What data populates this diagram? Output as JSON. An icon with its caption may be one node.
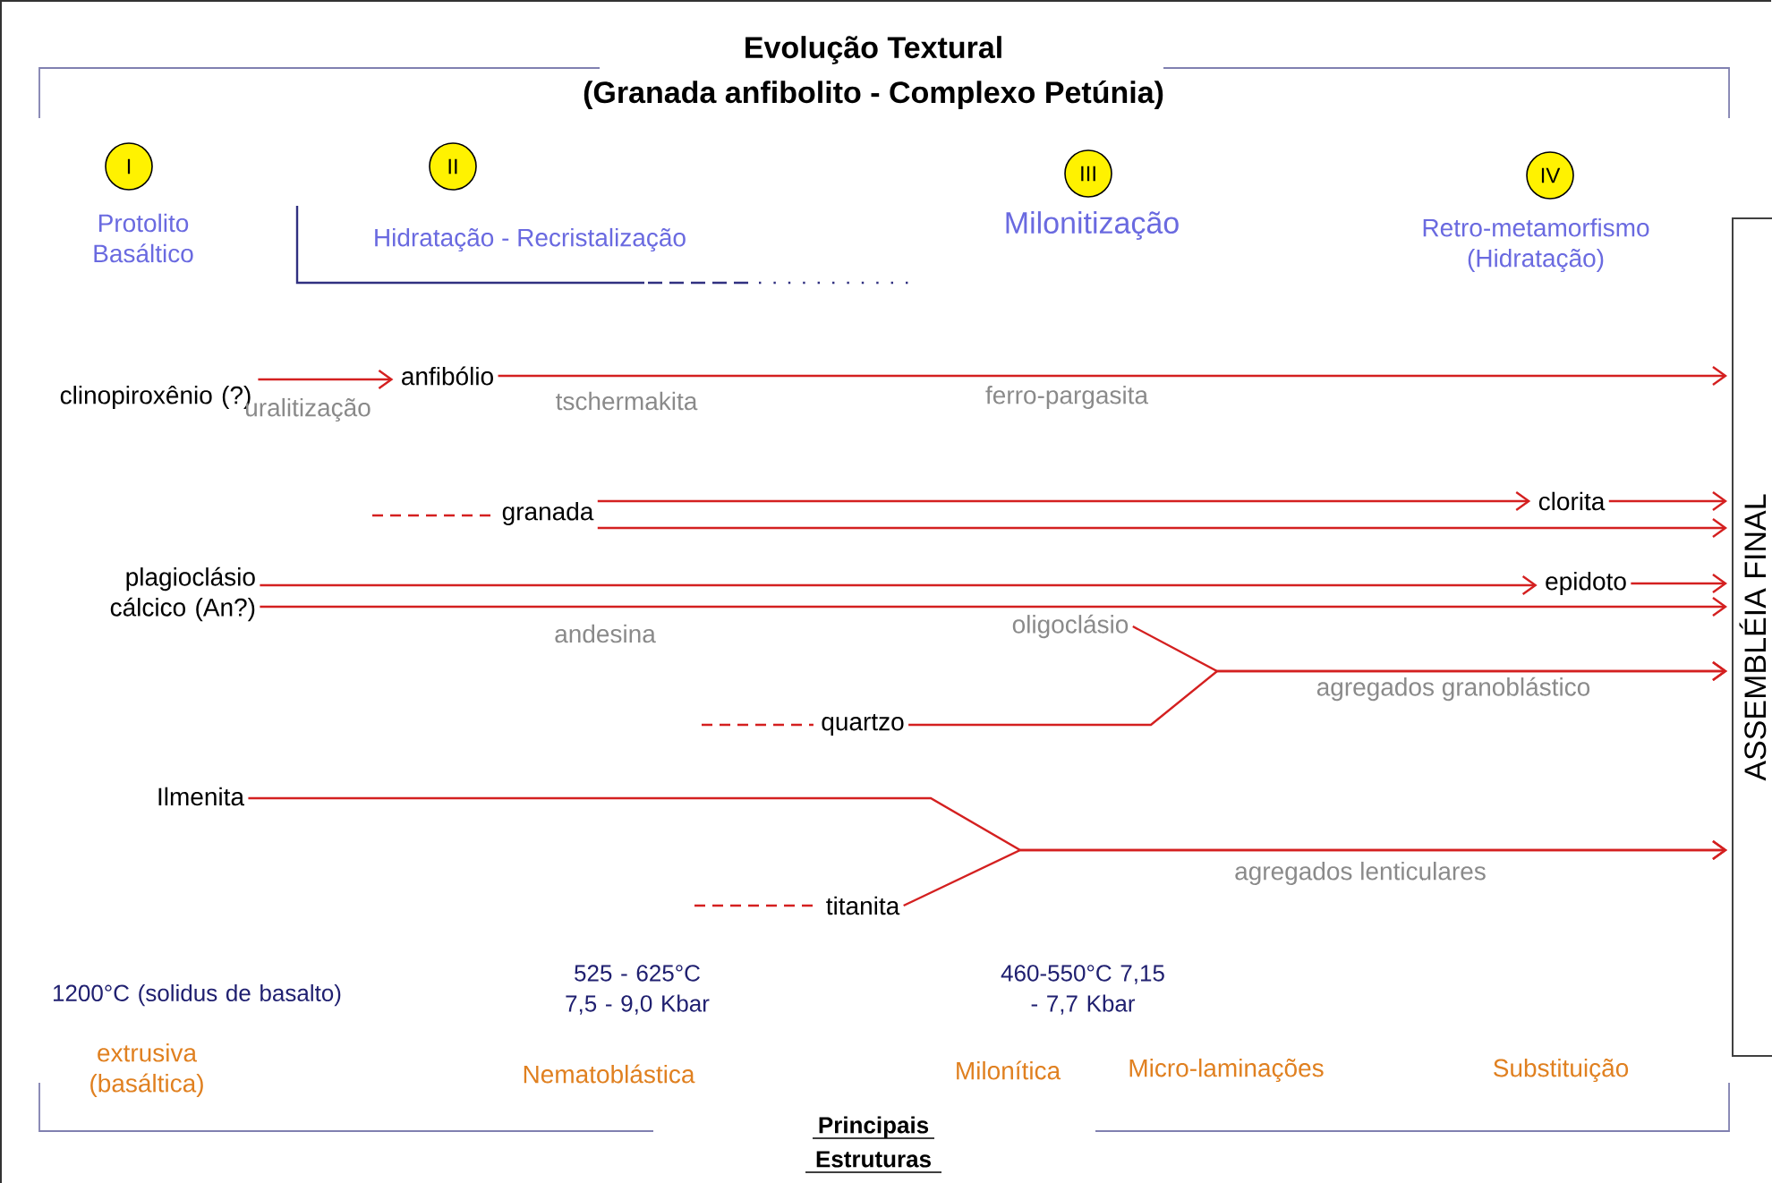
{
  "diagram": {
    "title": "Evolução Textural",
    "nodes": [
      {
        "text": [
          "I"
        ],
        "beside": [
          "Protolito Basáltico"
        ]
      },
      {
        "text": [
          "II"
        ],
        "beside": [
          "Hidratação - Recristalização"
        ]
      },
      {
        "text": [
          "III"
        ],
        "beside": [
          "Milonitização"
        ]
      },
      {
        "text": [
          "IV"
        ],
        "beside": [
          "Retro-metamorfismo (Hidratação)"
        ]
      },
      {
        "text": [
          "clinopiroxênio (?)"
        ]
      },
      {
        "text": [
          "anfibólio"
        ]
      },
      {
        "text": [
          "ASSEMBLÉIA FINAL"
        ]
      },
      {
        "text": [
          "granada"
        ]
      },
      {
        "text": [
          "clorita"
        ]
      },
      {
        "text": [
          "plagioclásio cálcico (An?)"
        ]
      },
      {
        "text": [
          "epidoto"
        ]
      },
      {
        "text": [
          "oligoclásio"
        ]
      },
      {
        "text": [
          "quartzo"
        ]
      },
      {
        "text": [
          "Ilmenita"
        ]
      },
      {
        "text": [
          "titanita"
        ]
      }
    ],
    "edges": [
      {
        "from": 4,
        "to": 5,
        "arrow": "to",
        "label": "uralitização"
      },
      {
        "from": 5,
        "to": 6,
        "arrow": "to",
        "label": "tschermakita"
      },
      {
        "from": null,
        "to": 7,
        "arrow": "none",
        "style": "dashed"
      },
      {
        "from": 7,
        "to": 8,
        "arrow": "to"
      },
      {
        "from": 8,
        "to": 6,
        "arrow": "to"
      },
      {
        "from": 7,
        "to": 6,
        "arrow": "to"
      },
      {
        "from": 9,
        "to": 10,
        "arrow": "to"
      },
      {
        "from": 10,
        "to": 6,
        "arrow": "to"
      },
      {
        "from": 9,
        "to": 6,
        "arrow": "to",
        "label": "andesina"
      },
      {
        "from": 11,
        "to": 6,
        "arrow": "to"
      },
      {
        "from": 12,
        "to": 6,
        "arrow": "to",
        "label": "agregados granoblástico"
      },
      {
        "from": null,
        "to": 12,
        "arrow": "none",
        "style": "dashed"
      },
      {
        "from": 13,
        "to": 6,
        "arrow": "to"
      },
      {
        "from": 14,
        "to": 6,
        "arrow": "to",
        "label": "agregados lenticulares"
      },
      {
        "from": null,
        "to": 14,
        "arrow": "none",
        "style": "dashed"
      }
    ],
    "labels": [
      "(Granada anfibolito - Complexo Petúnia)",
      "ferro-pargasita",
      "1200°C (solidus de basalto)",
      "525 - 625°C 7,5 - 9,0 Kbar",
      "460-550°C 7,15 - 7,7 Kbar",
      "extrusiva (basáltica)",
      "Nematoblástica",
      "Milonítica",
      "Micro-laminações",
      "Substituição",
      "Principais Estruturas"
    ]
  }
}
